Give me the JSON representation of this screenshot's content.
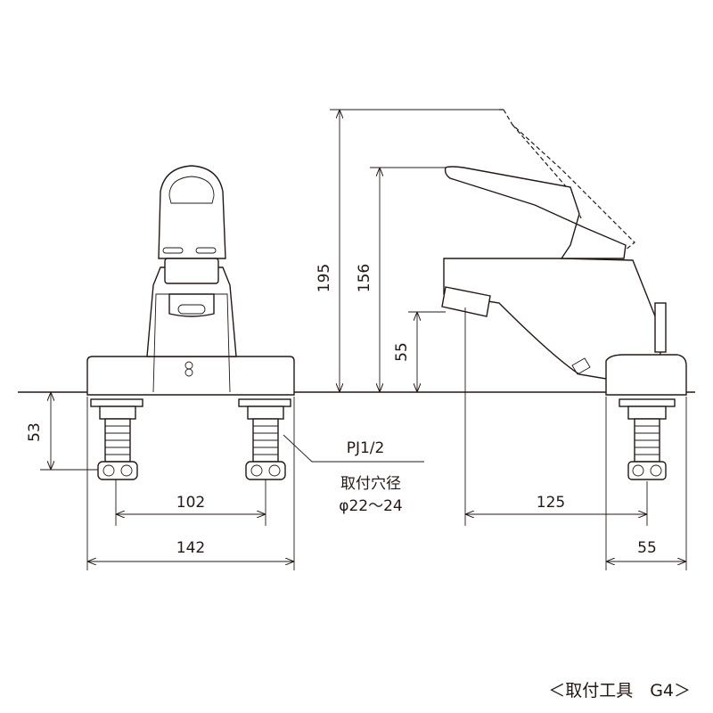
{
  "dimensions": {
    "total_height": "195",
    "spout_height": "156",
    "spout_clearance": "55",
    "shank_length": "53",
    "shank_spacing": "102",
    "base_width": "142",
    "spout_reach": "125",
    "base_depth": "55"
  },
  "notes": {
    "connection": "PJ1/2",
    "hole_label": "取付穴径",
    "hole_diameter": "φ22～24",
    "tool": "＜取付工具　G4＞"
  }
}
